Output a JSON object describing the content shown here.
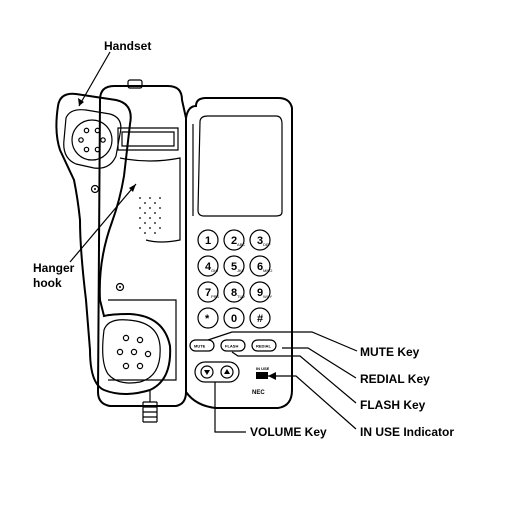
{
  "labels": {
    "handset": "Handset",
    "hanger_hook_line1": "Hanger",
    "hanger_hook_line2": "hook",
    "mute_key": "MUTE Key",
    "redial_key": "REDIAL Key",
    "flash_key": "FLASH Key",
    "volume_key": "VOLUME Key",
    "in_use_indicator": "IN USE Indicator"
  },
  "keypad": {
    "keys": [
      {
        "main": "1",
        "sub": ""
      },
      {
        "main": "2",
        "sub": "ABC"
      },
      {
        "main": "3",
        "sub": "DEF"
      },
      {
        "main": "4",
        "sub": "GHI"
      },
      {
        "main": "5",
        "sub": "JKL"
      },
      {
        "main": "6",
        "sub": "MNO"
      },
      {
        "main": "7",
        "sub": "PRS"
      },
      {
        "main": "8",
        "sub": "TUV"
      },
      {
        "main": "9",
        "sub": "WXY"
      },
      {
        "main": "*",
        "sub": ""
      },
      {
        "main": "0",
        "sub": ""
      },
      {
        "main": "#",
        "sub": ""
      }
    ],
    "function_keys": [
      "MUTE",
      "FLASH",
      "REDIAL"
    ],
    "in_use_text": "IN USE",
    "brand": "NEC"
  }
}
